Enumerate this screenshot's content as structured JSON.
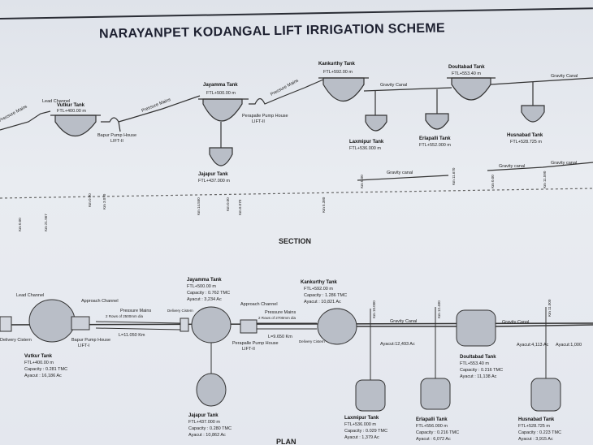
{
  "title": "NARAYANPET KODANGAL LIFT IRRIGATION SCHEME",
  "section_heading": "SECTION",
  "plan_heading": "PLAN",
  "section": {
    "vutkur_name": "Vutkur Tank",
    "vutkur_ftl": "FTL+400.00 m",
    "lead_channel": "Lead Channel",
    "pressure_mains_1": "Pressure Mains",
    "pump_house_1": "Bapur Pump House",
    "pump_house_1_b": "LIFT-II",
    "jayamma_name": "Jayamma Tank",
    "jayamma_ftl": "FTL+500.00 m",
    "pump_house_2": "Perapalle Pump House",
    "pump_house_2_b": "LIFT-II",
    "pressure_mains_2": "Pressure Mains",
    "jajapur_name": "Jajapur Tank",
    "jajapur_ftl": "FTL+437.000 m",
    "kankurthy_name": "Kankurthy Tank",
    "kankurthy_ftl": "FTL+592.00 m",
    "gravity_canal_1": "Gravity Canal",
    "laxmipur_name": "Laxmipur Tank",
    "laxmipur_ftl": "FTL+536.000 m",
    "erlapalli_name": "Erlapalli Tank",
    "erlapalli_ftl": "FTL+552.000 m",
    "doultabad_name": "Doultabad Tank",
    "doultabad_ftl": "FTL+553.40 m",
    "gravity_canal_2": "Gravity Canal",
    "husnabad_name": "Husnabad Tank",
    "husnabad_ftl": "FTL+528.725 m",
    "gravity_canal_3": "Gravity canal",
    "gravity_canal_4": "Gravity canal",
    "gravity_canal_5": "Gravity canal",
    "km_labels": [
      "Km 0.00",
      "Km 21.967",
      "Km 0.00",
      "Km 3.070",
      "Km 14.550",
      "Km 0.00",
      "Km 6.070",
      "Km 5.380",
      "Km 0.00",
      "Km 11.670",
      "Km 0.00",
      "Km 11.590"
    ]
  },
  "plan": {
    "lead_channel": "Lead Channel",
    "delivery_cistern": "Delivery Cistern",
    "approach_channel_1": "Approach Channel",
    "pressure_mains_1": "Pressure Mains",
    "pressure_mains_1_b": "2 Rows of 2500mm dia",
    "pump_house_1": "Bapur Pump House",
    "pump_house_1_b": "LIFT-I",
    "length_1": "L=11.050 Km",
    "vutkur_name": "Vutkur Tank",
    "vutkur_ftl": "FTL+400.00 m",
    "vutkur_cap": "Capacity : 0.281 TMC",
    "vutkur_ayacut": "Ayacut : 16,186 Ac",
    "jayamma_name": "Jayamma Tank",
    "jayamma_ftl": "FTL+500.00 m",
    "jayamma_cap": "Capacity : 0.762 TMC",
    "jayamma_ayacut": "Ayacut : 3,234 Ac",
    "delivery_cistern_2": "Delivery Cistern",
    "approach_channel_2": "Approach Channel",
    "pressure_mains_2": "Pressure Mains",
    "pressure_mains_2_b": "2 Rows of 2700mm dia",
    "length_2": "L=9.650 Km",
    "pump_house_2": "Perapalle Pump House",
    "pump_house_2_b": "LIFT-II",
    "delivery_cistern_3": "Delivery Cistern",
    "kankurthy_name": "Kankurthy Tank",
    "kankurthy_ftl": "FTL+592.00 m",
    "kankurthy_cap": "Capacity : 1.286 TMC",
    "kankurthy_ayacut": "Ayacut : 10,821 Ac",
    "gravity_canal_1": "Gravity Canal",
    "ayacut_mid": "Ayacut:12,493 Ac",
    "doultabad_name": "Doultabad Tank",
    "doultabad_ftl": "FTL+553.40 m",
    "doultabad_cap": "Capacity : 0.216 TMC",
    "doultabad_ayacut": "Ayacut : 11,138 Ac",
    "gravity_canal_2": "Gravity Canal",
    "ayacut_right1": "Ayacut:4,113 Ac",
    "ayacut_right2": "Ayacut:1,000",
    "jajapur_name": "Jajapur Tank",
    "jajapur_ftl": "FTL+437.000 m",
    "jajapur_cap": "Capacity : 0.280 TMC",
    "jajapur_ayacut": "Ayacut : 10,862 Ac",
    "laxmipur_name": "Laxmipur Tank",
    "laxmipur_ftl": "FTL+536.000 m",
    "laxmipur_cap": "Capacity : 0.029 TMC",
    "laxmipur_ayacut": "Ayacut : 1,379 Ac",
    "erlapalli_name": "Erlapalli Tank",
    "erlapalli_ftl": "FTL+556.000 m",
    "erlapalli_cap": "Capacity : 0.216 TMC",
    "erlapalli_ayacut": "Ayacut : 6,072 Ac",
    "husnabad_name": "Husnabad Tank",
    "husnabad_ftl": "FTL+528.725 m",
    "husnabad_cap": "Capacity : 0.223 TMC",
    "husnabad_ayacut": "Ayacut : 3,915 Ac",
    "km_labels": [
      "Km 10.000",
      "Km 12.400",
      "Km 11.000"
    ]
  }
}
